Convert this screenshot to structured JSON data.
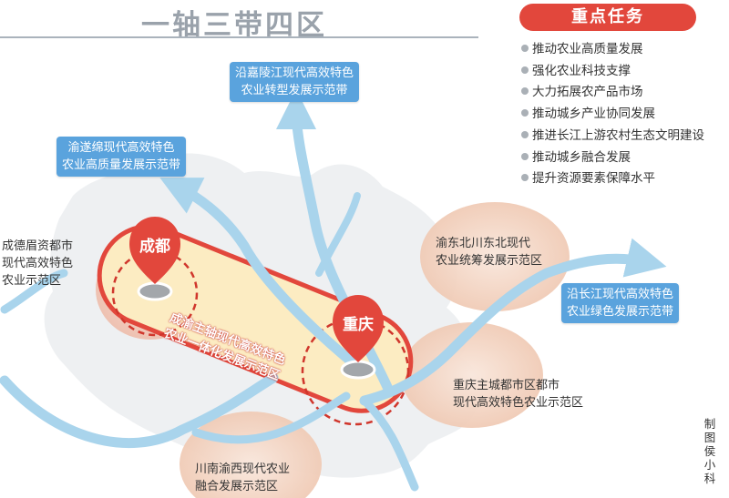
{
  "title": "一轴三带四区",
  "key_tasks": {
    "header": "重点任务",
    "items": [
      "推动农业高质量发展",
      "强化农业科技支撑",
      "大力拓展农产品市场",
      "推动城乡产业协同发展",
      "推进长江上游农村生态文明建设",
      "推动城乡融合发展",
      "提升资源要素保障水平"
    ]
  },
  "belts": {
    "jialing": [
      "沿嘉陵江现代高效特色",
      "农业转型发展示范带"
    ],
    "yusuimian": [
      "渝遂绵现代高效特色",
      "农业高质量发展示范带"
    ],
    "yangtze": [
      "沿长江现代高效特色",
      "农业绿色发展示范带"
    ]
  },
  "axis": [
    "成渝主轴现代高效特色",
    "农业一体化发展示范区"
  ],
  "cities": {
    "chengdu": "成都",
    "chongqing": "重庆"
  },
  "zones": {
    "cdmz": [
      "成德眉资都市",
      "现代高效特色",
      "农业示范区"
    ],
    "yudong": [
      "渝东北川东北现代",
      "农业统筹发展示范区"
    ],
    "cq_main": [
      "重庆主城都市区都市",
      "现代高效特色农业示范区"
    ],
    "chuannan": [
      "川南渝西现代农业",
      "融合发展示范区"
    ]
  },
  "credit": "制图侯小科",
  "colors": {
    "accent_red": "#e2473c",
    "belt_blue": "#5aa3dd",
    "river_blue": "#a9d4ec",
    "map_gray": "#eff1f3",
    "zone_peach": "#f3d3c0",
    "axis_yellow": "#fcecc2"
  }
}
